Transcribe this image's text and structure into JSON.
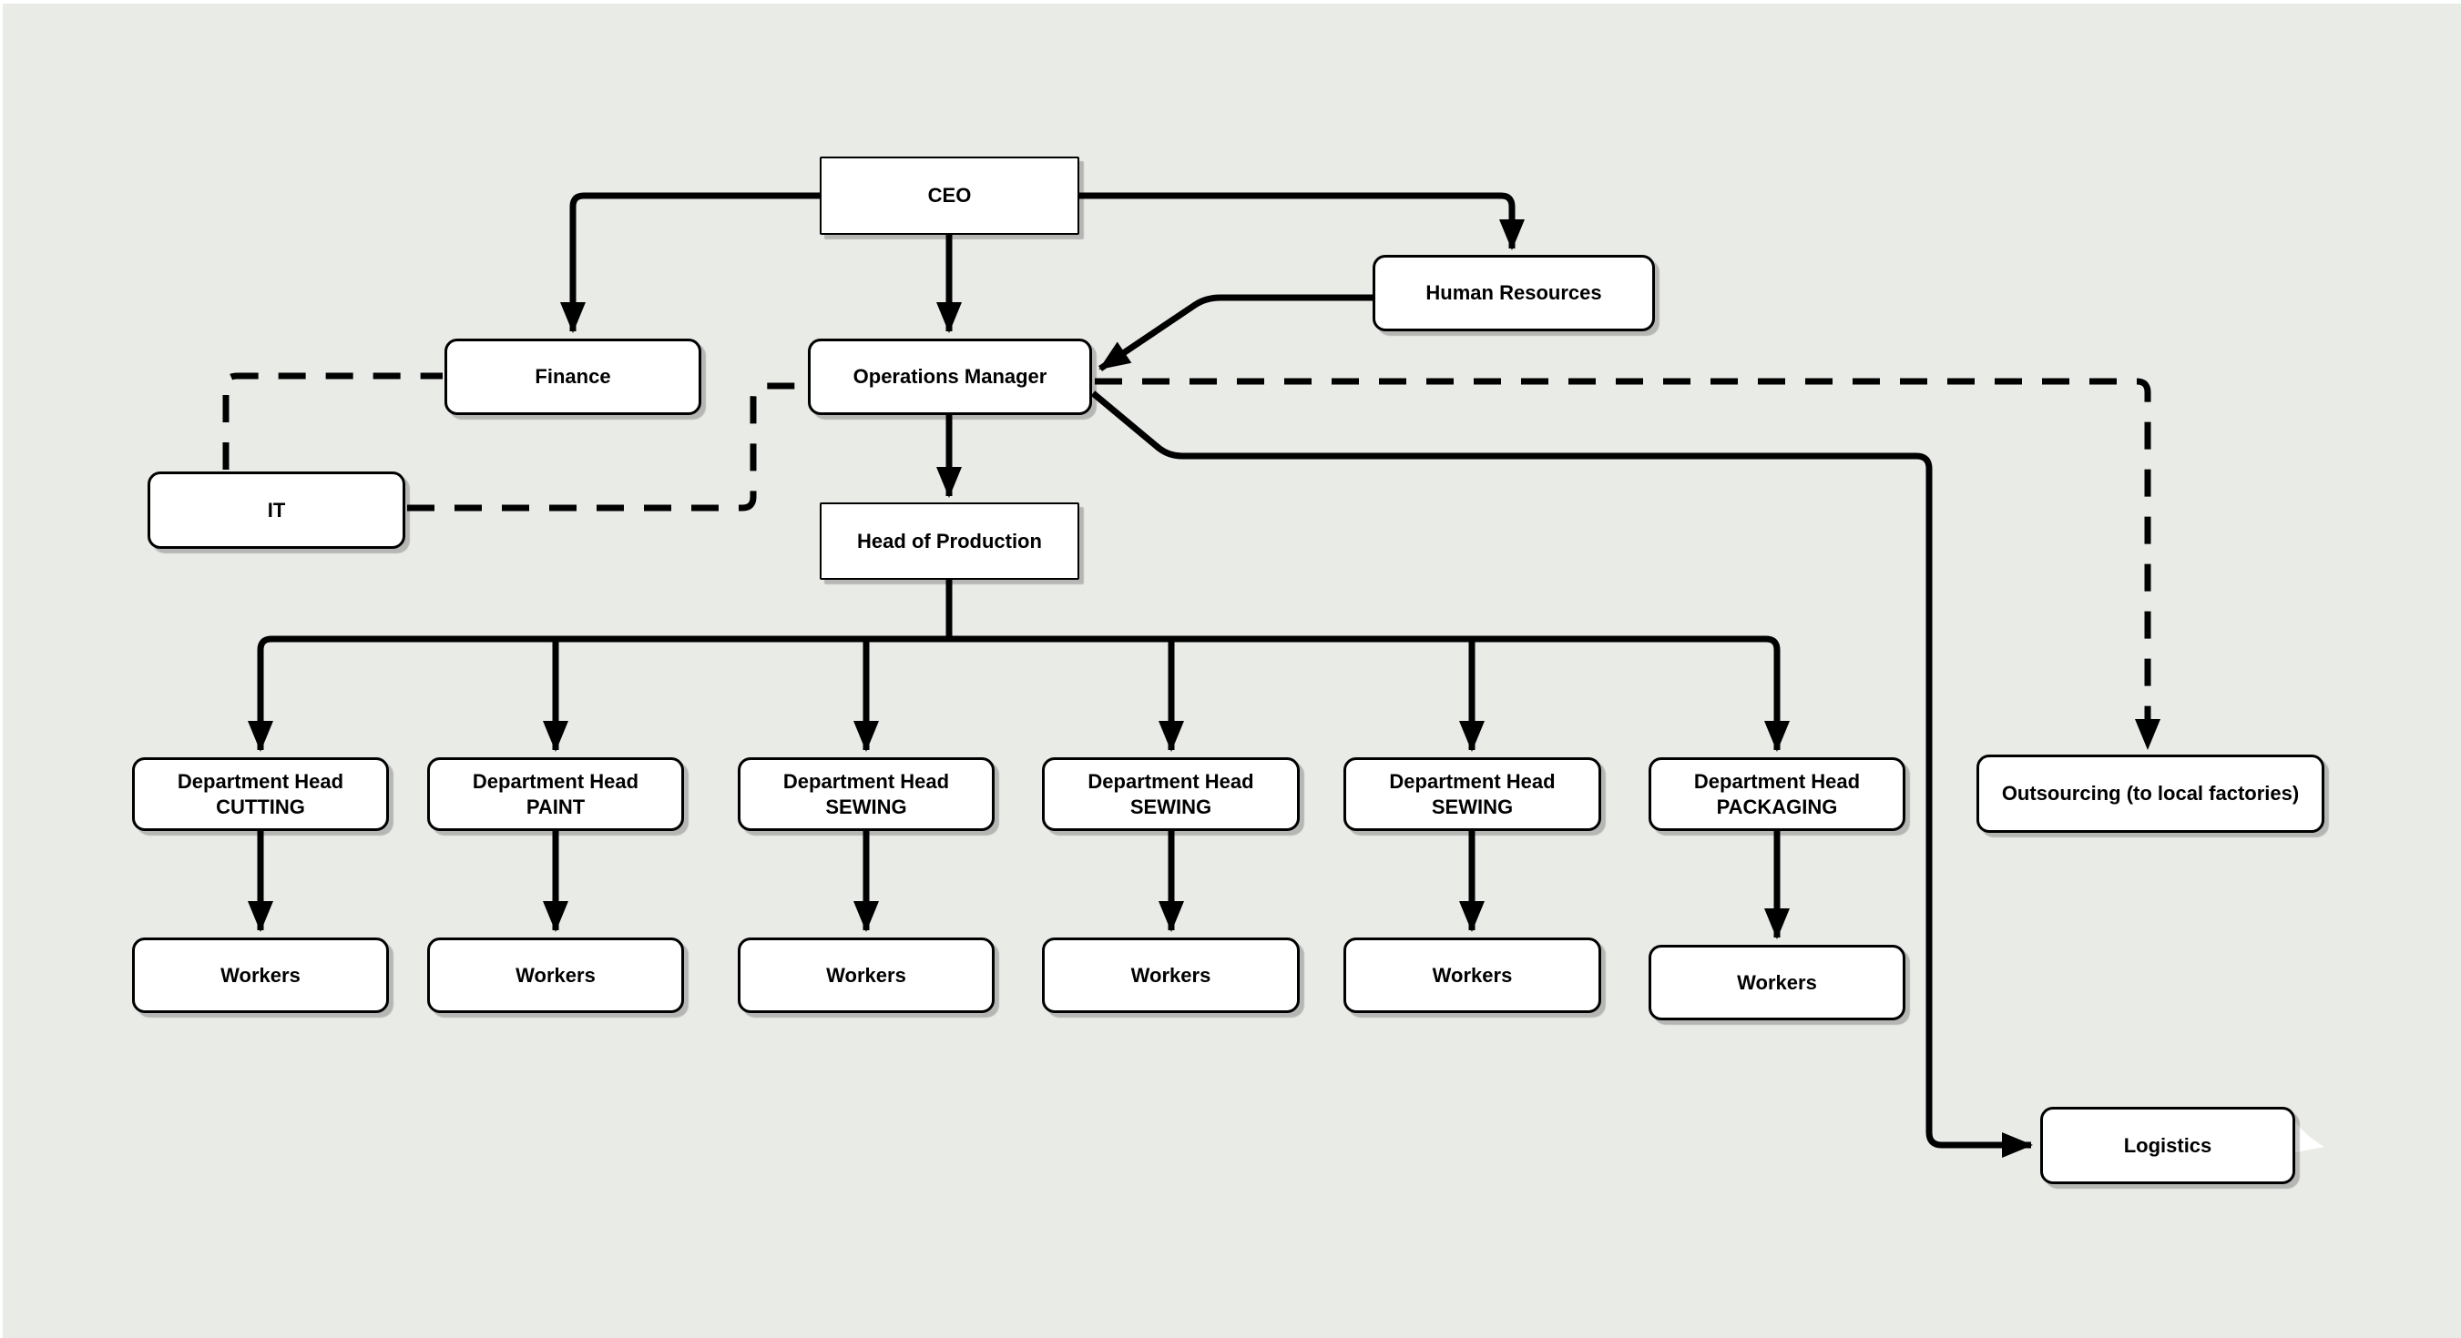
{
  "diagram": {
    "title": "Organization chart",
    "background_color": "#e9ebe7",
    "node_fill": "#ffffff",
    "line_color": "#000000",
    "nodes": {
      "ceo": {
        "label": "CEO"
      },
      "human_resources": {
        "label": "Human Resources"
      },
      "finance": {
        "label": "Finance"
      },
      "operations_manager": {
        "label": "Operations Manager"
      },
      "it": {
        "label": "IT"
      },
      "head_of_production": {
        "label": "Head of Production"
      },
      "dept_cutting": {
        "label": "Department Head\nCUTTING"
      },
      "dept_paint": {
        "label": "Department Head\nPAINT"
      },
      "dept_sewing_1": {
        "label": "Department Head\nSEWING"
      },
      "dept_sewing_2": {
        "label": "Department Head\nSEWING"
      },
      "dept_sewing_3": {
        "label": "Department Head\nSEWING"
      },
      "dept_packaging": {
        "label": "Department Head\nPACKAGING"
      },
      "outsourcing": {
        "label": "Outsourcing (to local factories)"
      },
      "workers_1": {
        "label": "Workers"
      },
      "workers_2": {
        "label": "Workers"
      },
      "workers_3": {
        "label": "Workers"
      },
      "workers_4": {
        "label": "Workers"
      },
      "workers_5": {
        "label": "Workers"
      },
      "workers_6": {
        "label": "Workers"
      },
      "logistics": {
        "label": "Logistics"
      }
    },
    "edges": [
      {
        "from": "CEO",
        "to": "Finance",
        "style": "solid",
        "arrow": true
      },
      {
        "from": "CEO",
        "to": "Operations Manager",
        "style": "solid",
        "arrow": true
      },
      {
        "from": "CEO",
        "to": "Human Resources",
        "style": "solid",
        "arrow": true
      },
      {
        "from": "Human Resources",
        "to": "Operations Manager",
        "style": "solid",
        "arrow": true
      },
      {
        "from": "Operations Manager",
        "to": "Head of Production",
        "style": "solid",
        "arrow": true
      },
      {
        "from": "IT",
        "to": "Finance",
        "style": "dashed",
        "arrow": false
      },
      {
        "from": "IT",
        "to": "Operations Manager",
        "style": "dashed",
        "arrow": false
      },
      {
        "from": "Operations Manager",
        "to": "Outsourcing (to local factories)",
        "style": "dashed",
        "arrow": true
      },
      {
        "from": "Operations Manager",
        "to": "Logistics",
        "style": "solid",
        "arrow": true
      },
      {
        "from": "Head of Production",
        "to": "Department Head CUTTING",
        "style": "solid",
        "arrow": true
      },
      {
        "from": "Head of Production",
        "to": "Department Head PAINT",
        "style": "solid",
        "arrow": true
      },
      {
        "from": "Head of Production",
        "to": "Department Head SEWING (1)",
        "style": "solid",
        "arrow": true
      },
      {
        "from": "Head of Production",
        "to": "Department Head SEWING (2)",
        "style": "solid",
        "arrow": true
      },
      {
        "from": "Head of Production",
        "to": "Department Head SEWING (3)",
        "style": "solid",
        "arrow": true
      },
      {
        "from": "Head of Production",
        "to": "Department Head PACKAGING",
        "style": "solid",
        "arrow": true
      },
      {
        "from": "Department Head CUTTING",
        "to": "Workers",
        "style": "solid",
        "arrow": true
      },
      {
        "from": "Department Head PAINT",
        "to": "Workers",
        "style": "solid",
        "arrow": true
      },
      {
        "from": "Department Head SEWING (1)",
        "to": "Workers",
        "style": "solid",
        "arrow": true
      },
      {
        "from": "Department Head SEWING (2)",
        "to": "Workers",
        "style": "solid",
        "arrow": true
      },
      {
        "from": "Department Head SEWING (3)",
        "to": "Workers",
        "style": "solid",
        "arrow": true
      },
      {
        "from": "Department Head PACKAGING",
        "to": "Workers",
        "style": "solid",
        "arrow": true
      }
    ]
  }
}
